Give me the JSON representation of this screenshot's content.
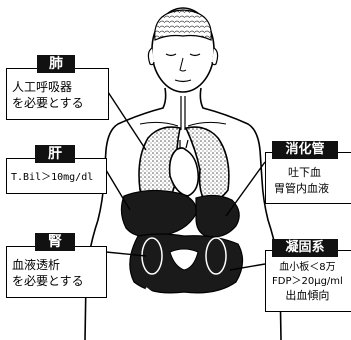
{
  "labels": {
    "lung": {
      "title": "肺",
      "lines": [
        "人工呼吸器",
        "を必要とする"
      ]
    },
    "liver": {
      "title": "肝",
      "lines": [
        "T.Bil＞10mg/dl"
      ]
    },
    "kidney": {
      "title": "腎",
      "lines": [
        "血液透析",
        "を必要とする"
      ]
    },
    "gi": {
      "title": "消化管",
      "lines": [
        "吐下血",
        "胃管内血液"
      ]
    },
    "coag": {
      "title": "凝固系",
      "lines": [
        "血小板＜8万",
        "FDP＞20μg/ml",
        "出血傾向"
      ]
    }
  },
  "colors": {
    "organ_dark": "#1a1a1a",
    "outline": "#000000",
    "background": "#ffffff"
  }
}
